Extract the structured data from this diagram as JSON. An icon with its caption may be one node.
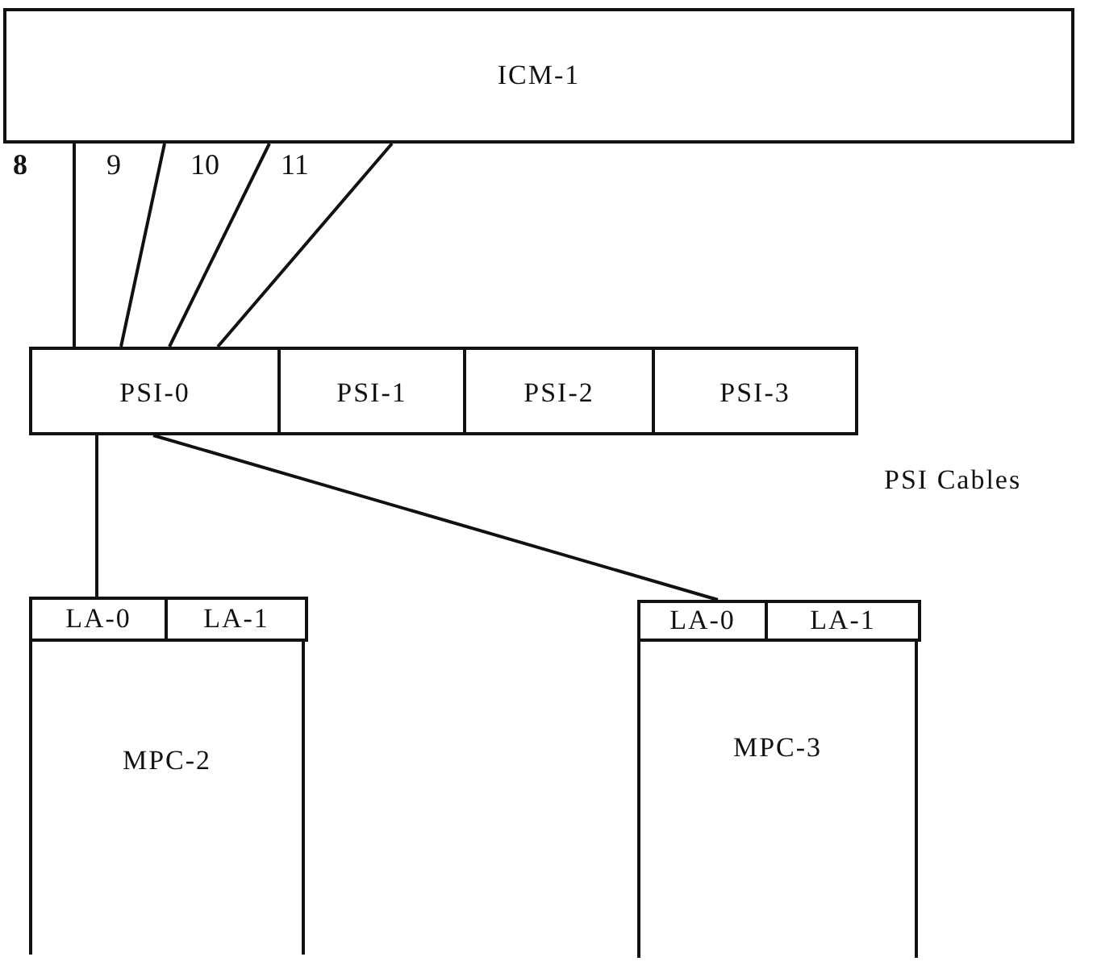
{
  "diagram": {
    "nodes": [
      {
        "text": [
          "ICM-1"
        ]
      },
      {
        "text": [
          "PSI-0"
        ]
      },
      {
        "text": [
          "PSI-1"
        ]
      },
      {
        "text": [
          "PSI-2"
        ]
      },
      {
        "text": [
          "PSI-3"
        ]
      },
      {
        "text": [
          "MPC-2"
        ]
      },
      {
        "text": [
          "LA-0"
        ],
        "in": 5
      },
      {
        "text": [
          "LA-1"
        ],
        "in": 5
      },
      {
        "text": [
          "MPC-3"
        ]
      },
      {
        "text": [
          "LA-0"
        ],
        "in": 8
      },
      {
        "text": [
          "LA-1"
        ],
        "in": 8
      }
    ],
    "edges": [
      {
        "from": 0,
        "to": 1,
        "arrow": "none",
        "label": "8"
      },
      {
        "from": 0,
        "to": 1,
        "arrow": "none",
        "label": "9"
      },
      {
        "from": 0,
        "to": 1,
        "arrow": "none",
        "label": "10"
      },
      {
        "from": 0,
        "to": 1,
        "arrow": "none",
        "label": "11"
      },
      {
        "from": 1,
        "to": 6,
        "arrow": "none"
      },
      {
        "from": 1,
        "to": 9,
        "arrow": "none"
      }
    ],
    "labels": [
      "PSI Cables"
    ]
  }
}
